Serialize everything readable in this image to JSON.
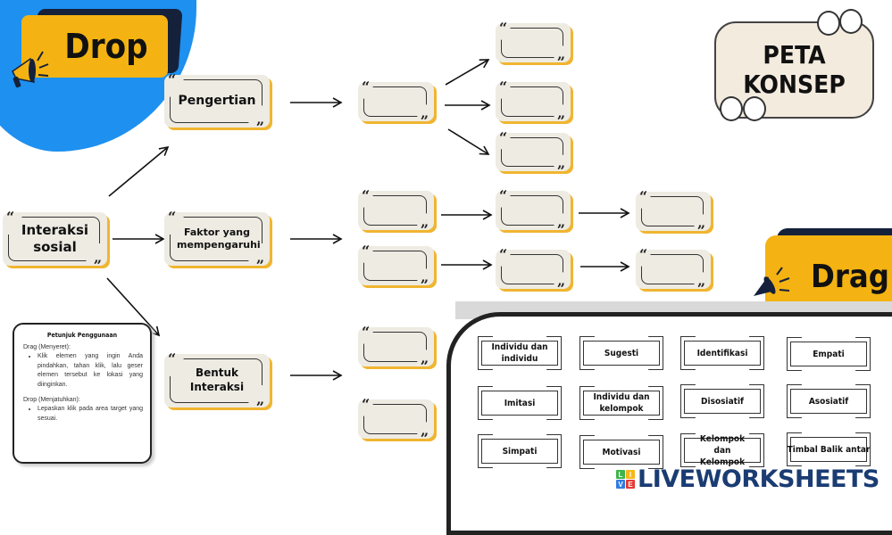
{
  "drop_banner": {
    "label": "Drop"
  },
  "drag_banner": {
    "label": "Drag"
  },
  "title": {
    "line1": "PETA",
    "line2": "KONSEP"
  },
  "root_node": {
    "label": "Interaksi sosial"
  },
  "level1_nodes": [
    {
      "label": "Pengertian"
    },
    {
      "label": "Faktor yang mempengaruhi"
    },
    {
      "label": "Bentuk Interaksi"
    }
  ],
  "drop_zones": [
    {
      "id": "pengertian-1",
      "value": ""
    },
    {
      "id": "pengertian-2a",
      "value": ""
    },
    {
      "id": "pengertian-2b",
      "value": ""
    },
    {
      "id": "pengertian-2c",
      "value": ""
    },
    {
      "id": "faktor-1a",
      "value": ""
    },
    {
      "id": "faktor-1b",
      "value": ""
    },
    {
      "id": "faktor-2a",
      "value": ""
    },
    {
      "id": "faktor-2b",
      "value": ""
    },
    {
      "id": "faktor-3a",
      "value": ""
    },
    {
      "id": "faktor-3b",
      "value": ""
    },
    {
      "id": "bentuk-1",
      "value": ""
    },
    {
      "id": "bentuk-2",
      "value": ""
    }
  ],
  "quotes": {
    "open": "“",
    "close": "”"
  },
  "guide": {
    "title": "Petunjuk Penggunaan",
    "drag_heading": "Drag (Menyeret):",
    "drag_text": "Klik elemen yang ingin Anda pindahkan, tahan klik, lalu geser elemen tersebut ke lokasi yang diinginkan.",
    "drop_heading": "Drop (Menjatuhkan):",
    "drop_text": "Lepaskan klik pada area target yang sesuai."
  },
  "drag_tiles": [
    {
      "label": "Individu dan individu"
    },
    {
      "label": "Sugesti"
    },
    {
      "label": "Identifikasi"
    },
    {
      "label": "Empati"
    },
    {
      "label": "Imitasi"
    },
    {
      "label": "Individu dan kelompok"
    },
    {
      "label": "Disosiatif"
    },
    {
      "label": "Asosiatif"
    },
    {
      "label": "Simpati"
    },
    {
      "label": "Motivasi"
    },
    {
      "label": "Kelompok dan Kelompok"
    },
    {
      "label": "Timbal Balik antar"
    }
  ],
  "logo": {
    "text": "LIVEWORKSHEETS",
    "letters": [
      "L",
      "I",
      "V",
      "E"
    ],
    "colors": [
      "#3cb54a",
      "#f7b718",
      "#2f7ce0",
      "#e53935"
    ]
  },
  "colors": {
    "accent": "#f4b312",
    "navy": "#15213b",
    "blue": "#1e90f0",
    "node_bg": "#eeebe3"
  }
}
